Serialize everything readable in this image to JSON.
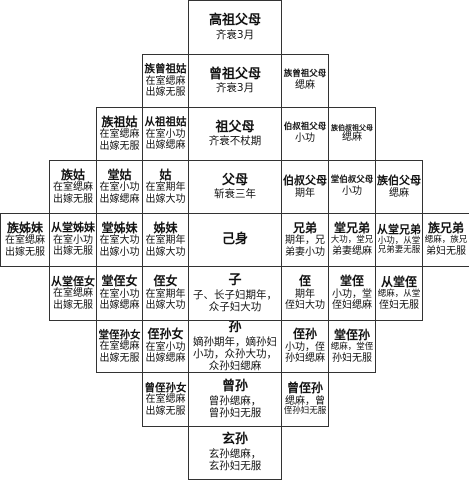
{
  "cells": [
    {
      "id": "gaozu-fumu",
      "name": "高祖父母",
      "lines": [
        "齐衰3月"
      ],
      "wide": true,
      "r": 0,
      "c": 4
    },
    {
      "id": "zu-zeng-zugu",
      "name": "族曾祖姑",
      "lines": [
        "在室缌麻",
        "出嫁无服"
      ],
      "r": 1,
      "c": 3
    },
    {
      "id": "zengzu-fumu",
      "name": "曾祖父母",
      "lines": [
        "齐衰3月"
      ],
      "wide": true,
      "r": 1,
      "c": 4
    },
    {
      "id": "zu-zengzu-fumu",
      "name": "族曾祖父母",
      "lines": [
        "缌麻"
      ],
      "r": 1,
      "c": 5
    },
    {
      "id": "zu-zugu",
      "name": "族祖姑",
      "lines": [
        "在室缌麻",
        "出嫁无服"
      ],
      "r": 2,
      "c": 2
    },
    {
      "id": "cong-zugu",
      "name": "从祖祖姑",
      "lines": [
        "在室小功",
        "出嫁缌麻"
      ],
      "r": 2,
      "c": 3
    },
    {
      "id": "zu-fumu",
      "name": "祖父母",
      "lines": [
        "齐衰不杖期"
      ],
      "wide": true,
      "r": 2,
      "c": 4
    },
    {
      "id": "bo-shu-zu-fumu",
      "name": "伯叔祖父母",
      "lines": [
        "小功"
      ],
      "r": 2,
      "c": 5
    },
    {
      "id": "zu-bo-shu-zu-fumu",
      "name": "族伯叔祖父母",
      "lines": [
        "缌麻"
      ],
      "r": 2,
      "c": 6
    },
    {
      "id": "zu-gu",
      "name": "族姑",
      "lines": [
        "在室缌麻",
        "出嫁无服"
      ],
      "r": 3,
      "c": 1
    },
    {
      "id": "tang-gu",
      "name": "堂姑",
      "lines": [
        "在室小功",
        "出嫁缌麻"
      ],
      "r": 3,
      "c": 2
    },
    {
      "id": "gu",
      "name": "姑",
      "lines": [
        "在室期年",
        "出嫁大功"
      ],
      "r": 3,
      "c": 3
    },
    {
      "id": "fu-mu",
      "name": "父母",
      "lines": [
        "斩衰三年"
      ],
      "wide": true,
      "r": 3,
      "c": 4
    },
    {
      "id": "bo-shu-fumu",
      "name": "伯叔父母",
      "lines": [
        "期年"
      ],
      "r": 3,
      "c": 5
    },
    {
      "id": "tang-bo-shu-fumu",
      "name": "堂伯叔父母",
      "lines": [
        "小功"
      ],
      "r": 3,
      "c": 6
    },
    {
      "id": "zu-bo-fumu",
      "name": "族伯父母",
      "lines": [
        "缌麻"
      ],
      "r": 3,
      "c": 7
    },
    {
      "id": "zu-zimei",
      "name": "族姊妹",
      "lines": [
        "在室缌麻",
        "出嫁无服"
      ],
      "r": 4,
      "c": 0
    },
    {
      "id": "cong-tang-zimei",
      "name": "从堂姊妹",
      "lines": [
        "在室小功",
        "出嫁无服"
      ],
      "r": 4,
      "c": 1
    },
    {
      "id": "tang-zimei",
      "name": "堂姊妹",
      "lines": [
        "在室大功",
        "出嫁小功"
      ],
      "r": 4,
      "c": 2
    },
    {
      "id": "zimei",
      "name": "姊妹",
      "lines": [
        "在室期年",
        "出嫁大功"
      ],
      "r": 4,
      "c": 3
    },
    {
      "id": "ji-shen",
      "name": "己身",
      "lines": [],
      "wide": true,
      "r": 4,
      "c": 4
    },
    {
      "id": "xiong-di",
      "name": "兄弟",
      "lines": [
        "期年，兄",
        "弟妻小功"
      ],
      "r": 4,
      "c": 5
    },
    {
      "id": "tang-xiong-di",
      "name": "堂兄弟",
      "lines": [
        "大功，堂兄",
        "弟妻缌麻"
      ],
      "r": 4,
      "c": 6
    },
    {
      "id": "cong-tang-xiong-di",
      "name": "从堂兄弟",
      "lines": [
        "小功，从堂",
        "兄弟妻无服"
      ],
      "r": 4,
      "c": 7
    },
    {
      "id": "zu-xiong-di",
      "name": "族兄弟",
      "lines": [
        "缌麻，族兄",
        "弟妇无服"
      ],
      "r": 4,
      "c": 8
    },
    {
      "id": "cong-tang-zhinv",
      "name": "从堂侄女",
      "lines": [
        "在室缌麻",
        "出嫁无服"
      ],
      "r": 5,
      "c": 1
    },
    {
      "id": "tang-zhinv",
      "name": "堂侄女",
      "lines": [
        "在室小功",
        "出嫁缌麻"
      ],
      "r": 5,
      "c": 2
    },
    {
      "id": "zhinv",
      "name": "侄女",
      "lines": [
        "在室期年",
        "出嫁大功"
      ],
      "r": 5,
      "c": 3
    },
    {
      "id": "zi",
      "name": "子",
      "lines": [
        "子、长子妇期年，",
        "众子妇大功"
      ],
      "wide": true,
      "r": 5,
      "c": 4
    },
    {
      "id": "zhi",
      "name": "侄",
      "lines": [
        "期年",
        "侄妇大功"
      ],
      "r": 5,
      "c": 5
    },
    {
      "id": "tang-zhi",
      "name": "堂侄",
      "lines": [
        "小功，堂",
        "侄妇缌麻"
      ],
      "r": 5,
      "c": 6
    },
    {
      "id": "cong-tang-zhi",
      "name": "从堂侄",
      "lines": [
        "缌麻，从堂",
        "侄妇无服"
      ],
      "r": 5,
      "c": 7
    },
    {
      "id": "tang-zhi-sunnv",
      "name": "堂侄孙女",
      "lines": [
        "在室缌麻",
        "出嫁无服"
      ],
      "r": 6,
      "c": 2
    },
    {
      "id": "zhi-sunnv",
      "name": "侄孙女",
      "lines": [
        "在室小功",
        "出嫁缌麻"
      ],
      "r": 6,
      "c": 3
    },
    {
      "id": "sun",
      "name": "孙",
      "lines": [
        "嫡孙期年，嫡孙妇",
        "小功，众孙大功，",
        "众孙妇缌麻"
      ],
      "wide": true,
      "r": 6,
      "c": 4
    },
    {
      "id": "zhi-sun",
      "name": "侄孙",
      "lines": [
        "小功，侄",
        "孙妇缌麻"
      ],
      "r": 6,
      "c": 5
    },
    {
      "id": "tang-zhi-sun",
      "name": "堂侄孙",
      "lines": [
        "缌麻，堂侄",
        "孙妇无服"
      ],
      "r": 6,
      "c": 6
    },
    {
      "id": "zeng-sunnv",
      "name": "曾侄孙女",
      "lines": [
        "在室缌麻",
        "出嫁无服"
      ],
      "r": 7,
      "c": 3
    },
    {
      "id": "zeng-sun",
      "name": "曾孙",
      "lines": [
        "曾孙缌麻，",
        "曾孙妇无服"
      ],
      "wide": true,
      "r": 7,
      "c": 4
    },
    {
      "id": "zeng-zhi-sun",
      "name": "曾侄孙",
      "lines": [
        "缌麻，曾",
        "侄孙妇无服"
      ],
      "r": 7,
      "c": 5
    },
    {
      "id": "xuan-sun",
      "name": "玄孙",
      "lines": [
        "玄孙缌麻，",
        "玄孙妇无服"
      ],
      "wide": true,
      "r": 8,
      "c": 4
    }
  ]
}
